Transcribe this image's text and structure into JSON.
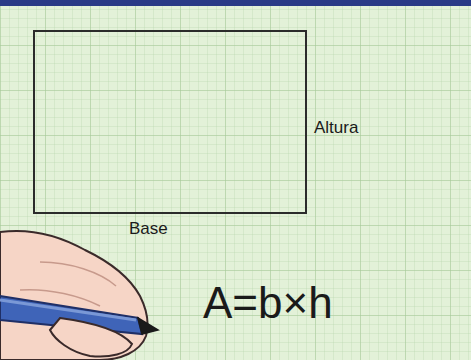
{
  "diagram": {
    "labels": [
      "Altura",
      "Base",
      "A=b×h"
    ]
  }
}
